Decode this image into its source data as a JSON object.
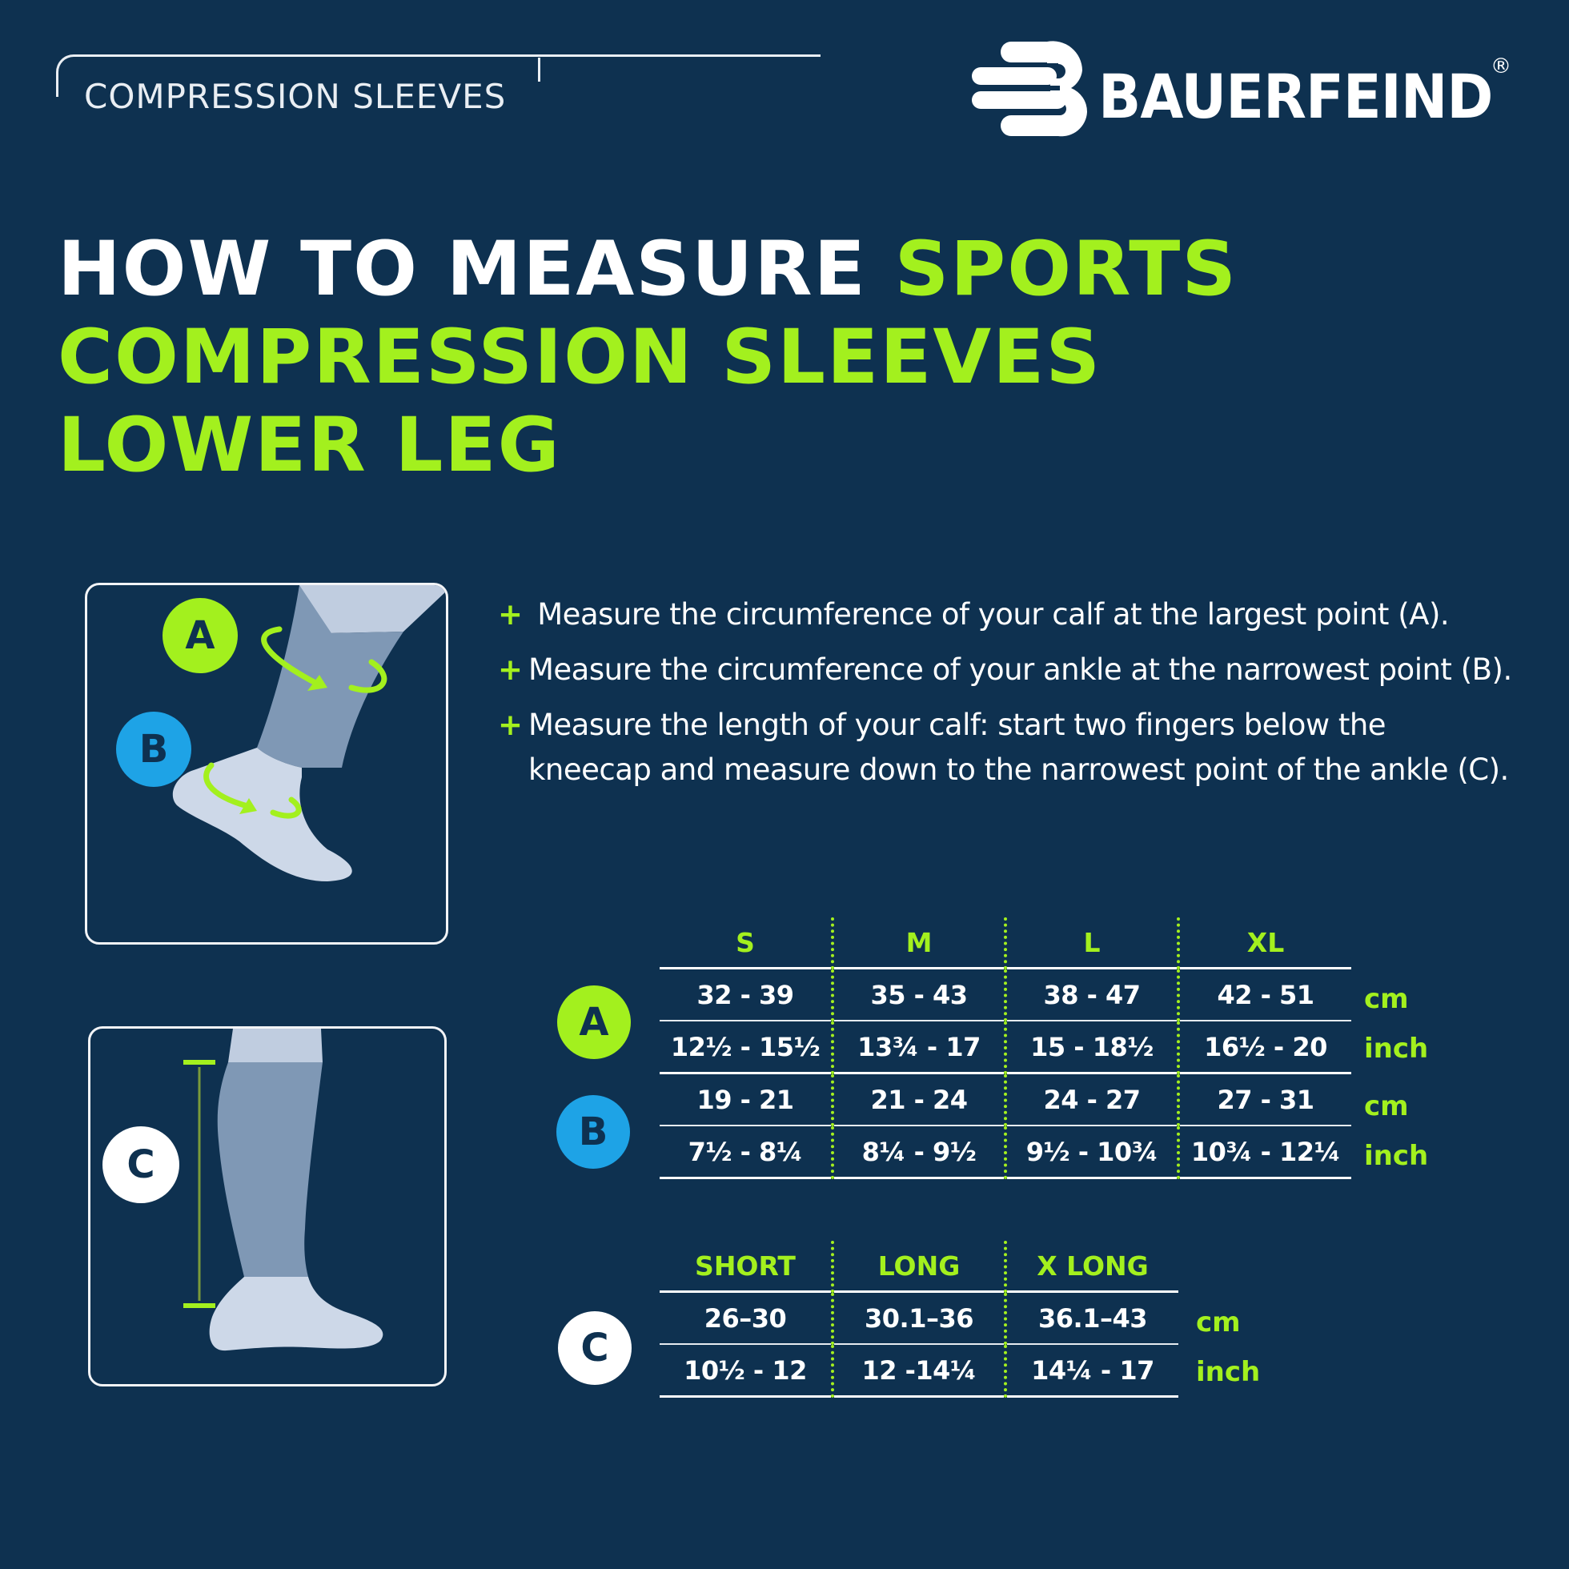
{
  "header": {
    "category_label": "COMPRESSION SLEEVES",
    "brand_name": "BAUERFEIND",
    "brand_registered": "®"
  },
  "title": {
    "line1_white": "HOW TO MEASURE ",
    "line1_green": "SPORTS",
    "line2": "COMPRESSION SLEEVES",
    "line3": "LOWER LEG"
  },
  "illustration": {
    "badge_a": "A",
    "badge_b": "B",
    "badge_c": "C"
  },
  "instructions": [
    {
      "bullet": "+",
      "text": " Measure the circumference of your calf at the largest point (A)."
    },
    {
      "bullet": "+",
      "text": "Measure the circumference of your ankle at the narrowest point (B)."
    },
    {
      "bullet": "+",
      "text": "Measure the length of your calf: start two fingers below the",
      "text2": "kneecap and measure down to the narrowest point of the ankle (C)."
    }
  ],
  "size_table": {
    "headers": [
      "S",
      "M",
      "L",
      "XL"
    ],
    "rows": [
      {
        "label": "A",
        "unit": "cm",
        "values": [
          "32 - 39",
          "35 - 43",
          "38 - 47",
          "42 - 51"
        ]
      },
      {
        "label": "A",
        "unit": "inch",
        "values": [
          "12½ - 15½",
          "13¾ - 17",
          "15 - 18½",
          "16½ - 20"
        ]
      },
      {
        "label": "B",
        "unit": "cm",
        "values": [
          "19 - 21",
          "21 - 24",
          "24 - 27",
          "27 - 31"
        ]
      },
      {
        "label": "B",
        "unit": "inch",
        "values": [
          "7½ - 8¼",
          "8¼ - 9½",
          "9½ - 10¾",
          "10¾ - 12¼"
        ]
      }
    ],
    "badge_a": "A",
    "badge_b": "B"
  },
  "length_table": {
    "headers": [
      "SHORT",
      "LONG",
      "X LONG"
    ],
    "rows": [
      {
        "unit": "cm",
        "values": [
          "26–30",
          "30.1–36",
          "36.1–43"
        ]
      },
      {
        "unit": "inch",
        "values": [
          "10½ - 12",
          "12 -14¼",
          "14¼ - 17"
        ]
      }
    ],
    "badge_c": "C"
  },
  "colors": {
    "background": "#0e3150",
    "accent_green": "#a3f01e",
    "accent_blue": "#1ea3e6",
    "sleeve_gray": "#7f98b5",
    "sock_light": "#cdd8e8"
  },
  "icons": [
    "bauerfeind-logo-icon",
    "circumference-arrow-icon",
    "length-bracket-icon"
  ]
}
